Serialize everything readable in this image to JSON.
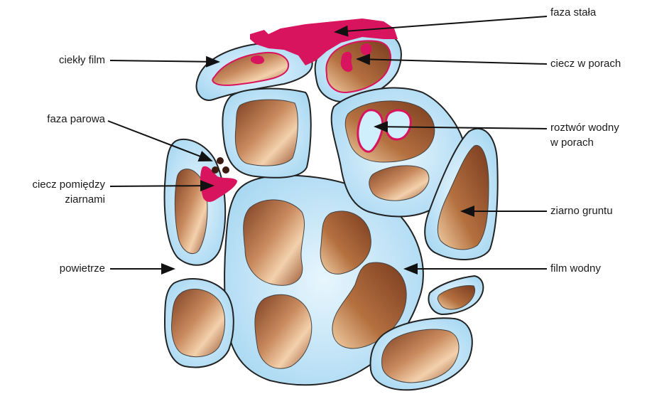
{
  "labels": {
    "faza_stala": "faza stała",
    "ciekly_film": "ciekły film",
    "ciecz_w_porach": "ciecz w porach",
    "faza_parowa": "faza parowa",
    "roztwor_line1": "roztwór wodny",
    "roztwor_line2": "w porach",
    "ciecz_pom_line1": "ciecz pomiędzy",
    "ciecz_pom_line2": "ziarnami",
    "ziarno_gruntu": "ziarno gruntu",
    "powietrze": "powietrze",
    "film_wodny": "film wodny"
  },
  "colors": {
    "water_film": "#bfe3f6",
    "grain_dark": "#8a4a2a",
    "grain_light": "#f2cfa8",
    "liquid": "#d9145e",
    "vapor": "#3b1a10",
    "outline": "#222222"
  }
}
